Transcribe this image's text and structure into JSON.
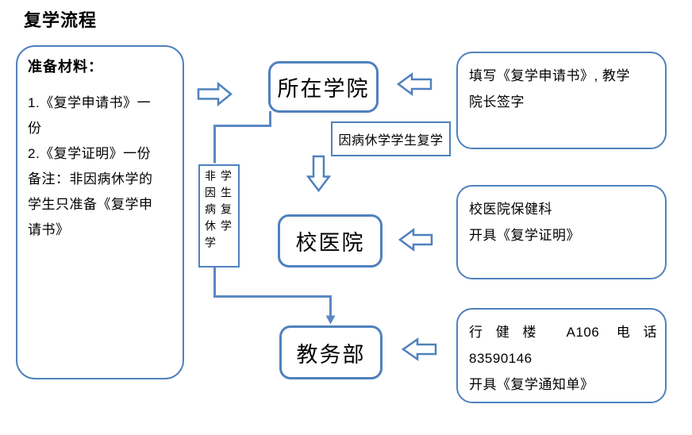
{
  "title": "复学流程",
  "colors": {
    "accent_blue": "#4F81BD",
    "connector_blue": "#5B87C5",
    "text": "#000000",
    "background": "#FFFFFF"
  },
  "materials_box": {
    "heading": "准备材料：",
    "display_lines": [
      "1.《复学申请书》一",
      "份",
      "2.《复学证明》一份",
      "备注：非因病休学的",
      "学生只准备《复学申",
      "请书》"
    ]
  },
  "flow_nodes": {
    "college": "所在学院",
    "hospital": "校医院",
    "academic_affairs_office": "教务部"
  },
  "branch_labels": {
    "sick_leave": "因病休学学生复学",
    "non_sick_leave_column_1": "非因病休学",
    "non_sick_leave_column_2": "学生复学"
  },
  "note_boxes": {
    "college_note": {
      "lines": [
        "填写《复学申请书》, 教学",
        "院长签字"
      ]
    },
    "hospital_note": {
      "lines": [
        "校医院保健科",
        "开具《复学证明》"
      ]
    },
    "office_note": {
      "lines": [
        "行健楼 A106 电话",
        "83590146",
        "开具《复学通知单》"
      ]
    }
  }
}
